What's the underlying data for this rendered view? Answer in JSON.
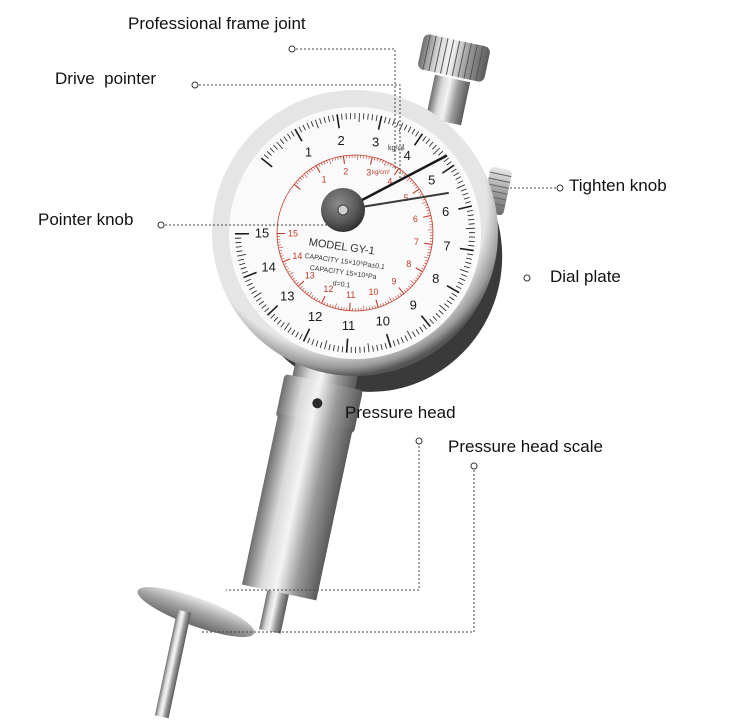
{
  "labels": {
    "frame_joint": "Professional frame joint",
    "drive_pointer": "Drive  pointer",
    "pointer_knob": "Pointer knob",
    "tighten_knob": "Tighten knob",
    "dial_plate": "Dial plate",
    "pressure_head": "Pressure head",
    "pressure_head_scale": "Pressure head scale"
  },
  "dial": {
    "black_numbers": [
      "1",
      "2",
      "3",
      "4",
      "5",
      "6",
      "7",
      "8",
      "9",
      "10",
      "11",
      "12",
      "13",
      "14",
      "15"
    ],
    "red_numbers": [
      "1",
      "2",
      "3",
      "4",
      "5",
      "6",
      "7",
      "8",
      "9",
      "10",
      "11",
      "12",
      "13",
      "14",
      "15"
    ],
    "unit_black": "kg/㎠",
    "unit_red": "kg/cm²",
    "model": "MODEL GY-1",
    "capacity_1": "CAPACITY 15×10⁵Pa±0.1",
    "capacity_2": "CAPACITY 15×10⁵Pa",
    "resolution": "d=0.1"
  },
  "colors": {
    "text": "#111111",
    "leader": "#444444",
    "scale_red": "#c0392b",
    "metal": "#b8b8b8"
  }
}
